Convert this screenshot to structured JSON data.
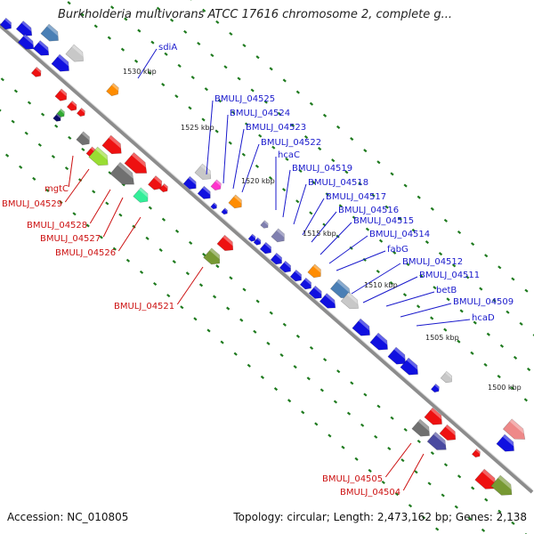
{
  "title": "Burkholderia multivorans ATCC 17616 chromosome 2, complete g...",
  "footer": {
    "accession": "Accession: NC_010805",
    "summary": "Topology: circular; Length: 2,473,162 bp; Genes: 2,138"
  },
  "colors": {
    "backbone": "#8c8c8c",
    "tick": "#1e7a1e",
    "forward_label": "#1a1acc",
    "reverse_label": "#cc1111",
    "cds": "#1010e0",
    "rna": "#ee1111"
  },
  "scale": {
    "ticks": [
      "1530 kbp",
      "1525 kbp",
      "1520 kbp",
      "1515 kbp",
      "1510 kbp",
      "1505 kbp",
      "1500 kbp"
    ]
  },
  "forward_genes": [
    "sdiA",
    "BMULJ_04525",
    "BMULJ_04524",
    "BMULJ_04523",
    "BMULJ_04522",
    "hcaC",
    "BMULJ_04519",
    "BMULJ_04518",
    "BMULJ_04517",
    "BMULJ_04516",
    "BMULJ_04515",
    "BMULJ_04514",
    "fabG",
    "BMULJ_04512",
    "BMULJ_04511",
    "betB",
    "BMULJ_04509",
    "hcaD"
  ],
  "reverse_genes": [
    "mgtC",
    "BMULJ_04529",
    "BMULJ_04528",
    "BMULJ_04527",
    "BMULJ_04526",
    "BMULJ_04521",
    "BMULJ_04505",
    "BMULJ_04504"
  ]
}
